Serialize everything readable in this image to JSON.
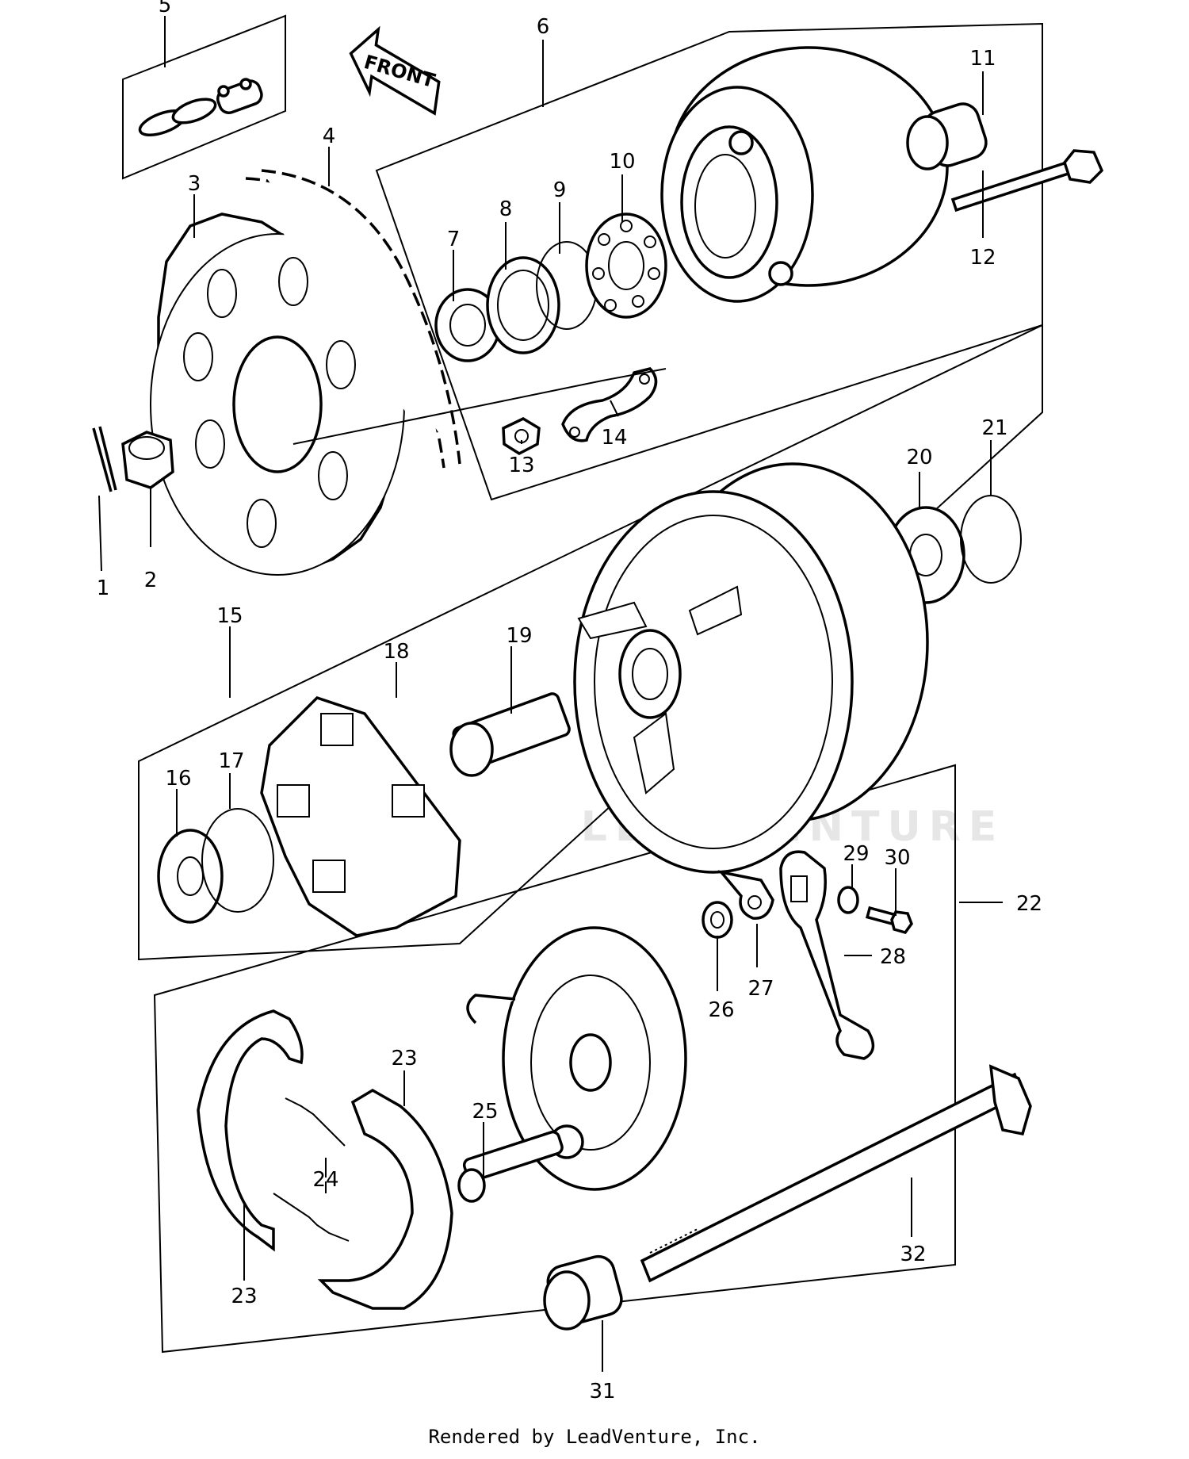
{
  "front_arrow": "FRONT",
  "watermark": "LEADVENTURE",
  "footer": "Rendered by LeadVenture, Inc.",
  "callouts": {
    "c1": "1",
    "c2": "2",
    "c3": "3",
    "c4": "4",
    "c5": "5",
    "c6": "6",
    "c7": "7",
    "c8": "8",
    "c9": "9",
    "c10": "10",
    "c11": "11",
    "c12": "12",
    "c13": "13",
    "c14": "14",
    "c15": "15",
    "c16": "16",
    "c17": "17",
    "c18": "18",
    "c19": "19",
    "c20": "20",
    "c21": "21",
    "c22": "22",
    "c23a": "23",
    "c23b": "23",
    "c24": "24",
    "c25": "25",
    "c26": "26",
    "c27": "27",
    "c28": "28",
    "c29": "29",
    "c30": "30",
    "c31": "31",
    "c32": "32"
  }
}
